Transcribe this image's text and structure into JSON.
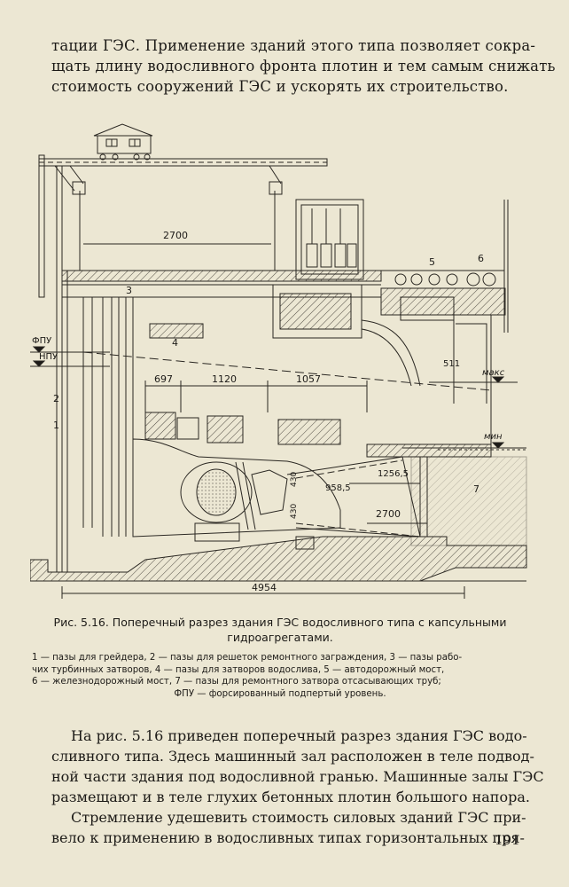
{
  "top_paragraph": [
    "тации ГЭС. Применение зданий этого типа позволяет сокра-",
    "щать длину водосливного фронта плотин и тем самым снижать",
    "стоимость сооружений ГЭС и ускорять их строительство."
  ],
  "figure": {
    "dimensions": {
      "d2700_top": "2700",
      "d697": "697",
      "d1120": "1120",
      "d1057": "1057",
      "d958_5": "958,5",
      "d1256_5": "1256,5",
      "d2700_low": "2700",
      "d430a": "430",
      "d430b": "430",
      "d511": "511",
      "d4954": "4954"
    },
    "labels": {
      "fpu": "ФПУ",
      "npu": "НПУ",
      "maks": "макс",
      "min": "мин",
      "n1": "1",
      "n2": "2",
      "n3": "3",
      "n4": "4",
      "n5": "5",
      "n6": "6",
      "n7": "7"
    }
  },
  "caption": {
    "title": [
      "Рис. 5.16. Поперечный разрез здания ГЭС водосливного типа с капсульными",
      "гидроагрегатами."
    ],
    "legend": [
      "1 — пазы для грейдера, 2 — пазы для решеток ремонтного заграждения, 3 — пазы рабо-",
      "чих турбинных затворов, 4 — пазы для затворов водослива, 5 — автодорожный мост,",
      "6 — железнодорожный мост, 7 — пазы для ремонтного затвора отсасывающих труб;",
      "ФПУ — форсированный подпертый уровень."
    ]
  },
  "bottom_paragraph": [
    "На рис. 5.16 приведен поперечный разрез здания ГЭС водо-",
    "сливного типа. Здесь машинный зал расположен в теле подвод-",
    "ной части здания под водосливной гранью. Машинные залы ГЭС",
    "размещают и в теле глухих бетонных плотин большого напора.",
    "Стремление удешевить стоимость силовых зданий ГЭС при-",
    "вело к применению в водосливных типах горизонтальных пря-"
  ],
  "page_number": "191",
  "colors": {
    "paper": "#ece7d3",
    "ink": "#1c1a17"
  }
}
